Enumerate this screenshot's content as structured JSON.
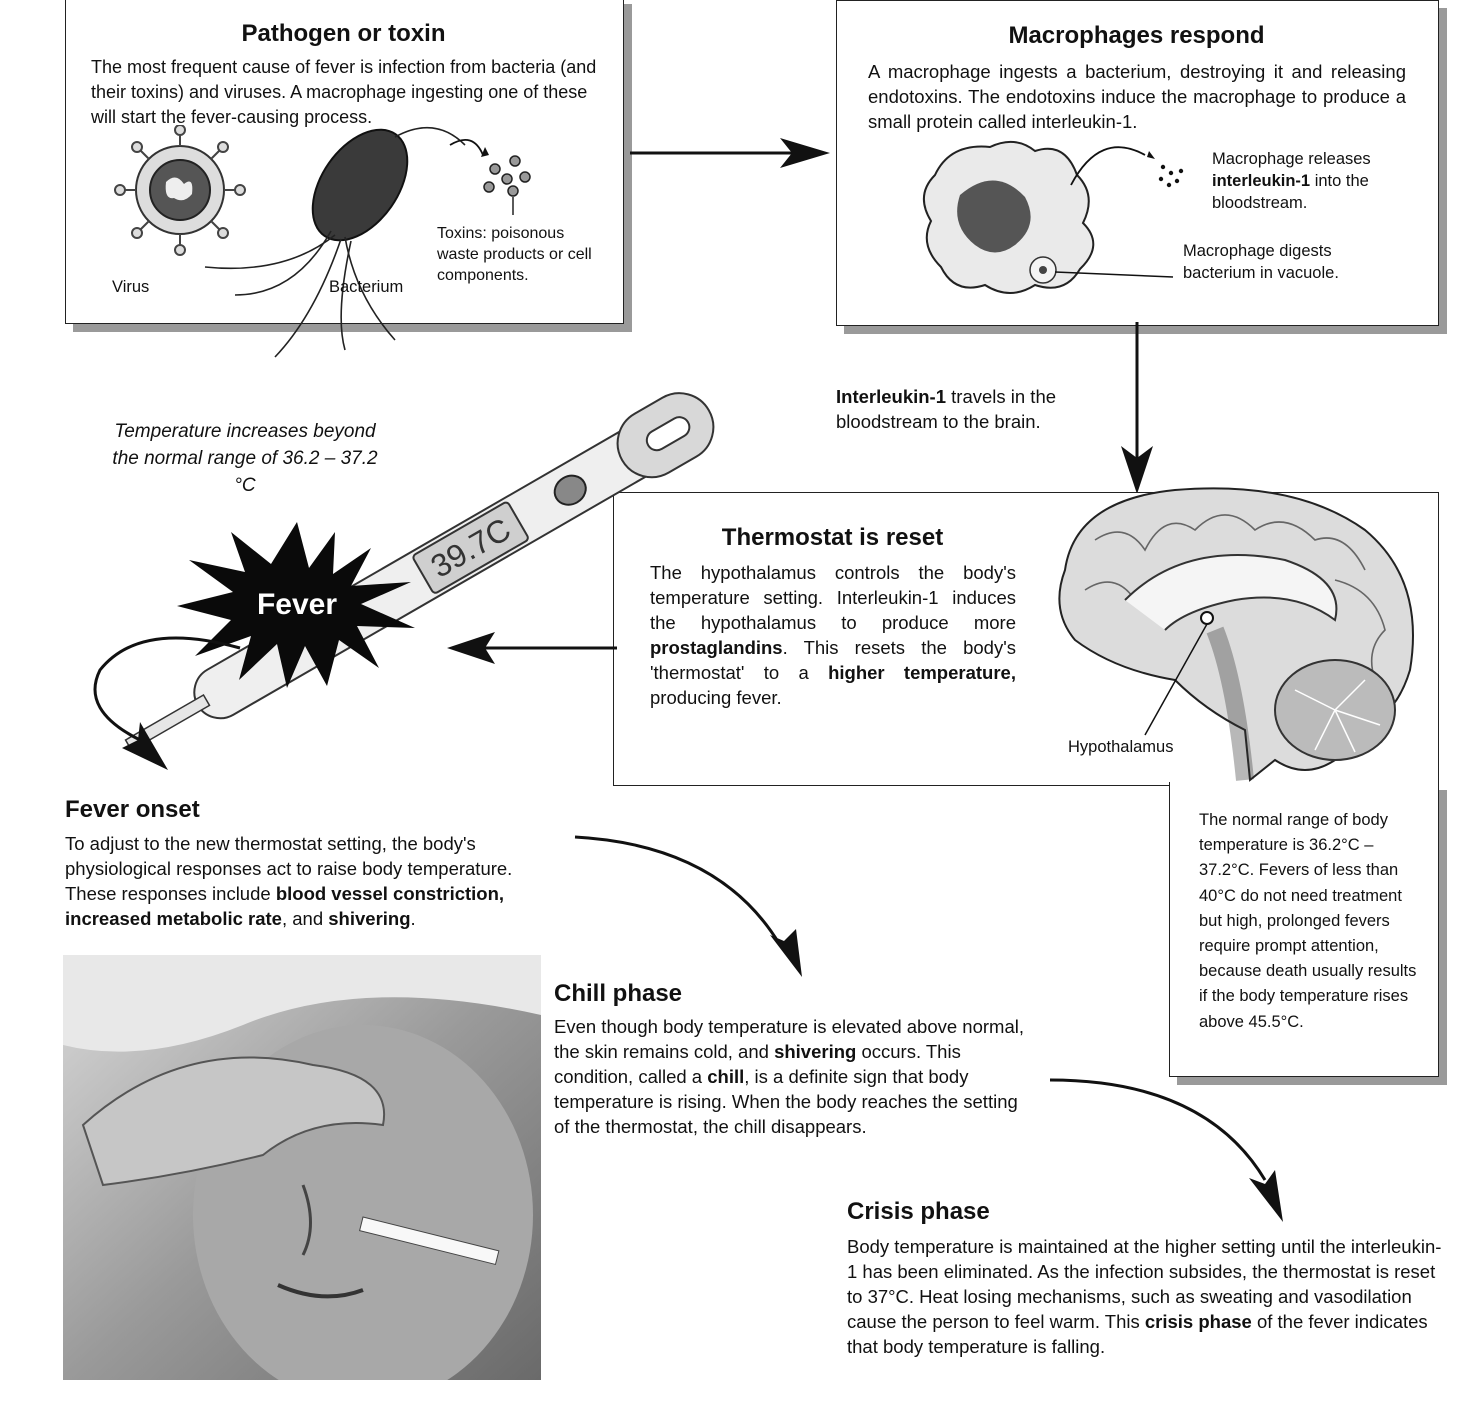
{
  "pathogen": {
    "title": "Pathogen or toxin",
    "text": "The most frequent cause of fever is infection from bacteria (and their toxins) and viruses. A macrophage ingesting one of these will start the fever-causing process.",
    "label_virus": "Virus",
    "label_bacterium": "Bacterium",
    "label_toxins": "Toxins: poisonous waste products or cell components."
  },
  "macrophages": {
    "title": "Macrophages respond",
    "text": "A macrophage ingests a bacterium, destroying it and releasing endotoxins. The endotoxins induce the macrophage to produce a small protein called interleukin-1.",
    "release_pre": "Macrophage releases ",
    "release_bold": "interleukin-1",
    "release_post": " into the bloodstream.",
    "digest": "Macrophage digests bacterium in vacuole."
  },
  "travel": {
    "bold": "Interleukin-1",
    "text": " travels in the bloodstream to the brain."
  },
  "temperature_note": "Temperature increases beyond the normal range of 36.2 – 37.2 °C",
  "thermometer_reading": "39.7C",
  "fever_label": "Fever",
  "thermostat": {
    "title": "Thermostat is reset",
    "t1": "The hypothalamus controls the body's temperature setting. Interleukin-1 induces the hypothalamus to produce more ",
    "b1": "prostaglandins",
    "t2": ". This resets the body's 'thermostat' to a ",
    "b2": "higher temperature,",
    "t3": " producing fever.",
    "hypothalamus_label": "Hypothalamus"
  },
  "normal_range_note": "The normal range of body temperature is 36.2°C – 37.2°C. Fevers of less than 40°C do not need treatment but high, prolonged fevers require prompt attention, because death usually results if the body temperature rises above 45.5°C.",
  "fever_onset": {
    "title": "Fever onset",
    "t1": "To adjust to the new thermostat setting, the body's physiological responses act to raise body temperature. These responses include ",
    "b1": "blood vessel constriction, increased metabolic rate",
    "t2": ", and ",
    "b2": "shivering",
    "t3": "."
  },
  "chill": {
    "title": "Chill phase",
    "t1": "Even though body temperature is elevated above normal, the skin remains cold, and ",
    "b1": "shivering",
    "t2": " occurs. This condition, called a ",
    "b2": "chill",
    "t3": ", is a definite sign that body temperature is rising. When the body reaches the setting of the thermostat, the chill disappears."
  },
  "crisis": {
    "title": "Crisis phase",
    "t1": "Body temperature is maintained at the higher setting until the interleukin-1 has been eliminated.  As the infection subsides, the thermostat is reset to 37°C. Heat losing mechanisms, such as sweating and vasodilation cause the person to feel warm. This ",
    "b1": "crisis phase",
    "t2": " of the fever indicates that body temperature is falling."
  },
  "colors": {
    "ink": "#111111",
    "shadow": "#9a9a9a",
    "fever_burst": "#0a0a0a"
  }
}
